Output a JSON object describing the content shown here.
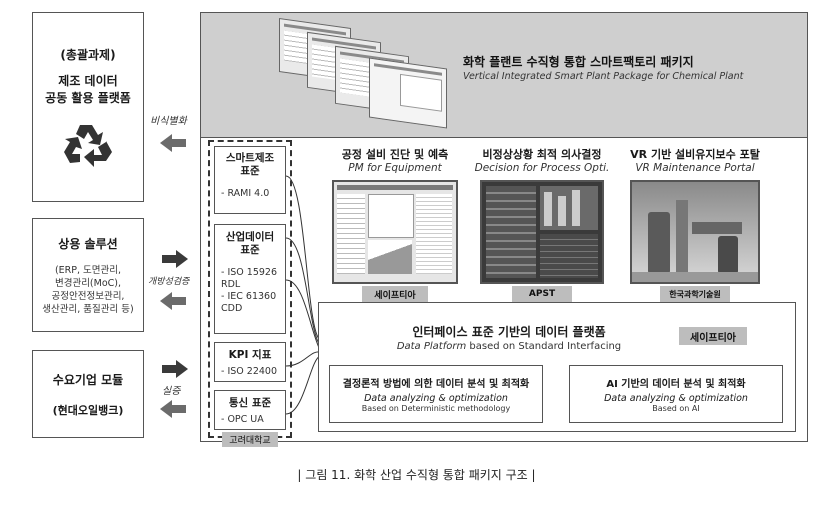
{
  "left": {
    "box1": {
      "tag": "(총괄과제)",
      "line1": "제조 데이터",
      "line2": "공동 활용 플랫폼",
      "icon": "recycle-icon"
    },
    "box2": {
      "title": "상용 솔루션",
      "line1": "(ERP, 도면관리,",
      "line2": "변경관리(MoC),",
      "line3": "공정안전정보관리,",
      "line4": "생산관리, 품질관리 등)"
    },
    "box3": {
      "title": "수요기업 모듈",
      "sub": "(현대오일뱅크)"
    }
  },
  "arrows": {
    "a1": "비식별화",
    "a2": "개방성검증",
    "a3": "실증"
  },
  "banner": {
    "title": "화학 플랜트 수직형 통합 스마트팩토리 패키지",
    "subtitle": "Vertical Integrated Smart Plant Package for Chemical Plant"
  },
  "standards": [
    {
      "title1": "스마트제조",
      "title2": "표준",
      "items": [
        "- RAMI 4.0"
      ]
    },
    {
      "title1": "산업데이터",
      "title2": "표준",
      "items": [
        "- ISO 15926",
        "RDL",
        "- IEC 61360",
        "CDD"
      ]
    },
    {
      "title1": "KPI 지표",
      "title2": "",
      "items": [
        "- ISO 22400"
      ]
    },
    {
      "title1": "통신 표준",
      "title2": "",
      "items": [
        "- OPC UA"
      ]
    }
  ],
  "standards_owner": "고려대학교",
  "apps": [
    {
      "title": "공정 설비 진단 및 예측",
      "subtitle": "PM for Equipment",
      "owner": "세이프티아"
    },
    {
      "title": "비정상상황 최적 의사결정",
      "subtitle": "Decision for Process Opti.",
      "owner": "APST"
    },
    {
      "title": "VR 기반 설비유지보수 포탈",
      "subtitle": "VR Maintenance Portal",
      "owner": "한국과학기술원"
    }
  ],
  "platform": {
    "title": "인터페이스 표준 기반의 데이터 플랫폼",
    "subtitle_italic": "Data Platform",
    "subtitle_rest": "based on Standard Interfacing",
    "owner": "세이프티아",
    "left": {
      "title": "결정론적 방법에 의한 데이터 분석 및 최적화",
      "line1": "Data analyzing & optimization",
      "line2": "Based on Deterministic methodology"
    },
    "right": {
      "title": "AI 기반의 데이터 분석 및 최적화",
      "line1": "Data analyzing & optimization",
      "line2": "Based on AI"
    }
  },
  "caption": "| 그림 11. 화학 산업 수직형 통합 패키지 구조 |"
}
